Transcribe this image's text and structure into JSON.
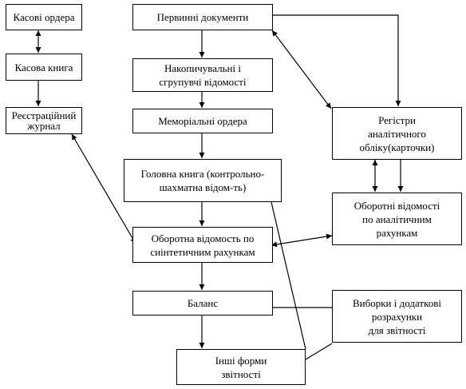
{
  "boxes": {
    "kasovi_ordery": "Касові ордера",
    "kasova_knyha": "Касова книга",
    "reiestratsiinyi_zhurnal": "Реєстраційний\nжурнал",
    "pervynni_dokumenty": "Первинні документи",
    "nakopychuvalni": "Накопичувальні і\nсгрупувчі відомості",
    "memorialni_ordera": "Меморіальні ордера",
    "holovna_knyha": "Головна книга (контрольно-\nшахматна відом-ть)",
    "oborotna_vidomist_syntetychna": "Оборотна відомость по\nсиінтетичним рахункам",
    "balans": "Баланс",
    "inshi_formy": "Інші форми\nзвітності",
    "rehistry": "Регістри\nаналітичного\nобліку(карточки)",
    "oborotni_vidomosti_analitychni": "Оборотні відомості\nпо аналітичним\nрахункам",
    "vybirky": "Виборки і додаткові\nрозрахунки\nдля звітності"
  }
}
